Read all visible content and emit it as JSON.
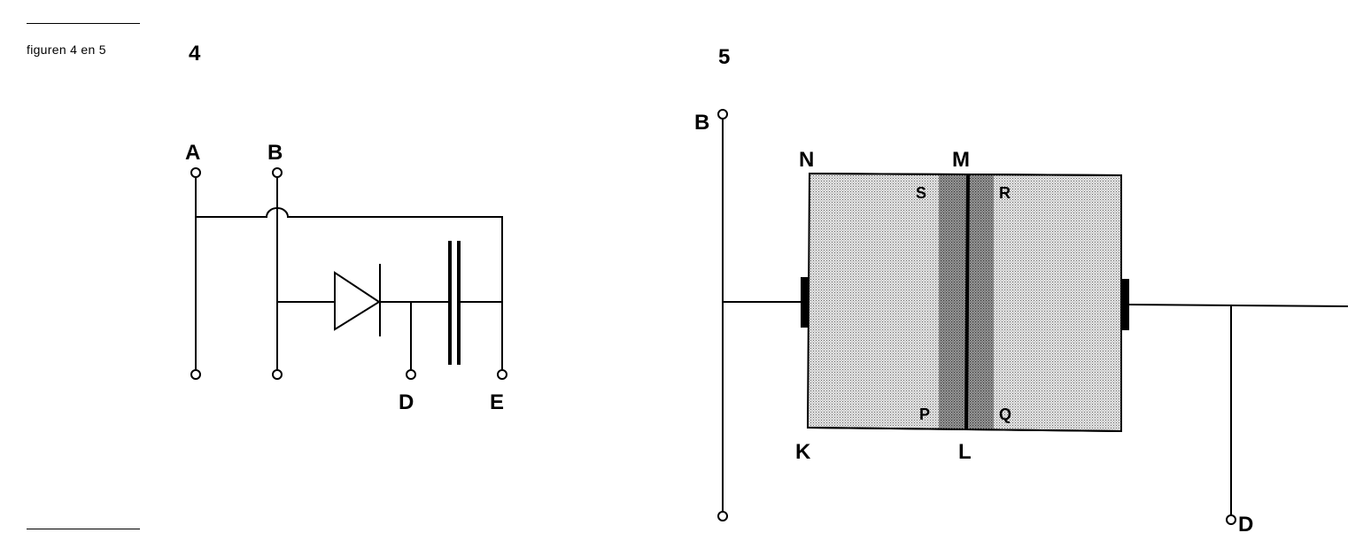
{
  "caption": "figuren 4 en 5",
  "figure4": {
    "number": "4",
    "terminals": {
      "a": "A",
      "b": "B",
      "d": "D",
      "e": "E"
    }
  },
  "figure5": {
    "number": "5",
    "corners": {
      "n": "N",
      "m": "M",
      "k": "K",
      "l": "L"
    },
    "regions": {
      "s": "S",
      "r": "R",
      "p": "P",
      "q": "Q"
    },
    "terminals": {
      "b": "B",
      "d": "D"
    }
  }
}
